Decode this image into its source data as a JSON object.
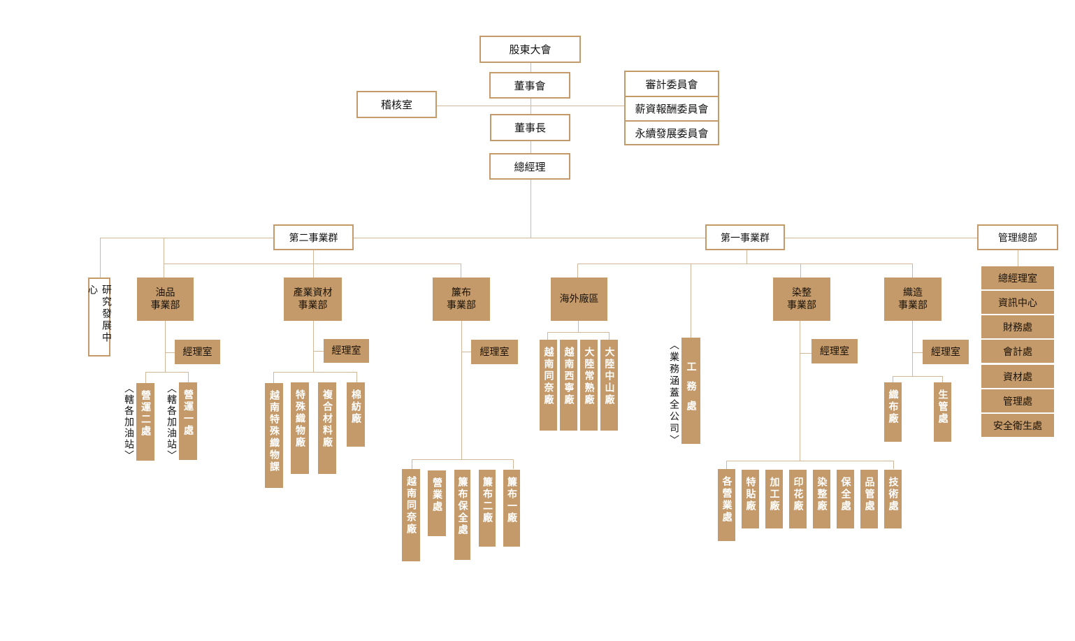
{
  "top": {
    "shareholders": "股東大會",
    "board": "董事會",
    "audit_office": "稽核室",
    "chairman": "董事長",
    "president": "總經理",
    "committees": [
      "審計委員會",
      "薪資報酬委員會",
      "永續發展委員會"
    ]
  },
  "groups": {
    "second": "第二事業群",
    "first": "第一事業群",
    "management": "管理總部"
  },
  "rnd": "研究發展中心",
  "manager_office": "經理室",
  "oil": {
    "name": "油品\n事業部",
    "children": [
      "營運二處",
      "營運一處"
    ],
    "note": "〈轄各加油站〉"
  },
  "industrial": {
    "name": "產業資材\n事業部",
    "children": [
      "越南特殊織物課",
      "特殊織物廠",
      "複合材料廠",
      "棉紡廠"
    ]
  },
  "tirecord": {
    "name": "簾布\n事業部",
    "children": [
      "越南同奈廠",
      "營業處",
      "簾布保全處",
      "簾布二廠",
      "簾布一廠"
    ]
  },
  "overseas": {
    "name": "海外廠區",
    "children": [
      "越南同奈廠",
      "越南西寧廠",
      "大陸常熟廠",
      "大陸中山廠"
    ]
  },
  "engineering": {
    "name": "工務處",
    "note": "〈業務涵蓋全公司〉"
  },
  "dyeing": {
    "name": "染整\n事業部",
    "children": [
      "各營業處",
      "特貼廠",
      "加工廠",
      "印花廠",
      "染整廠",
      "保全處",
      "品管處",
      "技術處"
    ]
  },
  "weaving": {
    "name": "織造\n事業部",
    "children": [
      "織布廠",
      "生管處"
    ]
  },
  "management_units": [
    "總經理室",
    "資訊中心",
    "財務處",
    "會計處",
    "資材處",
    "管理處",
    "安全衛生處"
  ]
}
